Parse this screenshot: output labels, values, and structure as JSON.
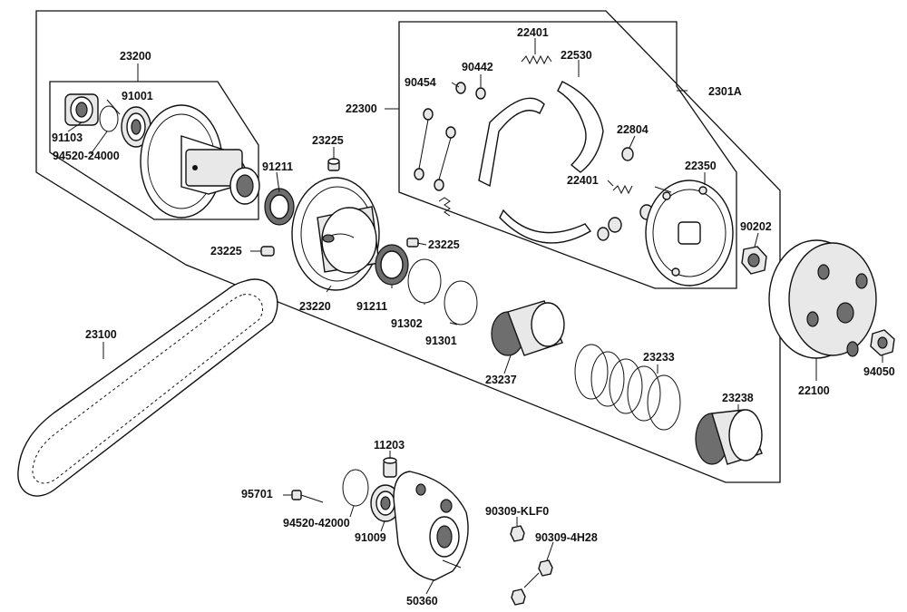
{
  "diagram": {
    "title": "",
    "parts": [
      {
        "id": "p23200",
        "label": "23200"
      },
      {
        "id": "p91001",
        "label": "91001"
      },
      {
        "id": "p91103",
        "label": "91103"
      },
      {
        "id": "p94520_24000",
        "label": "94520-24000"
      },
      {
        "id": "p91211a",
        "label": "91211"
      },
      {
        "id": "p23225a",
        "label": "23225"
      },
      {
        "id": "p23225b",
        "label": "23225"
      },
      {
        "id": "p23225c",
        "label": "23225"
      },
      {
        "id": "p23220",
        "label": "23220"
      },
      {
        "id": "p91211b",
        "label": "91211"
      },
      {
        "id": "p91302",
        "label": "91302"
      },
      {
        "id": "p91301",
        "label": "91301"
      },
      {
        "id": "p22300",
        "label": "22300"
      },
      {
        "id": "p90454",
        "label": "90454"
      },
      {
        "id": "p90442",
        "label": "90442"
      },
      {
        "id": "p22401a",
        "label": "22401"
      },
      {
        "id": "p22530",
        "label": "22530"
      },
      {
        "id": "p2301A",
        "label": "2301A"
      },
      {
        "id": "p22804",
        "label": "22804"
      },
      {
        "id": "p22401b",
        "label": "22401"
      },
      {
        "id": "p22350",
        "label": "22350"
      },
      {
        "id": "p90202",
        "label": "90202"
      },
      {
        "id": "p23100",
        "label": "23100"
      },
      {
        "id": "p23237",
        "label": "23237"
      },
      {
        "id": "p23233",
        "label": "23233"
      },
      {
        "id": "p23238",
        "label": "23238"
      },
      {
        "id": "p22100",
        "label": "22100"
      },
      {
        "id": "p94050",
        "label": "94050"
      },
      {
        "id": "p11203",
        "label": "11203"
      },
      {
        "id": "p95701",
        "label": "95701"
      },
      {
        "id": "p94520_42000",
        "label": "94520-42000"
      },
      {
        "id": "p91009",
        "label": "91009"
      },
      {
        "id": "p90309_KLF0",
        "label": "90309-KLF0"
      },
      {
        "id": "p90309_4H28",
        "label": "90309-4H28"
      },
      {
        "id": "p50360",
        "label": "50360"
      }
    ]
  }
}
